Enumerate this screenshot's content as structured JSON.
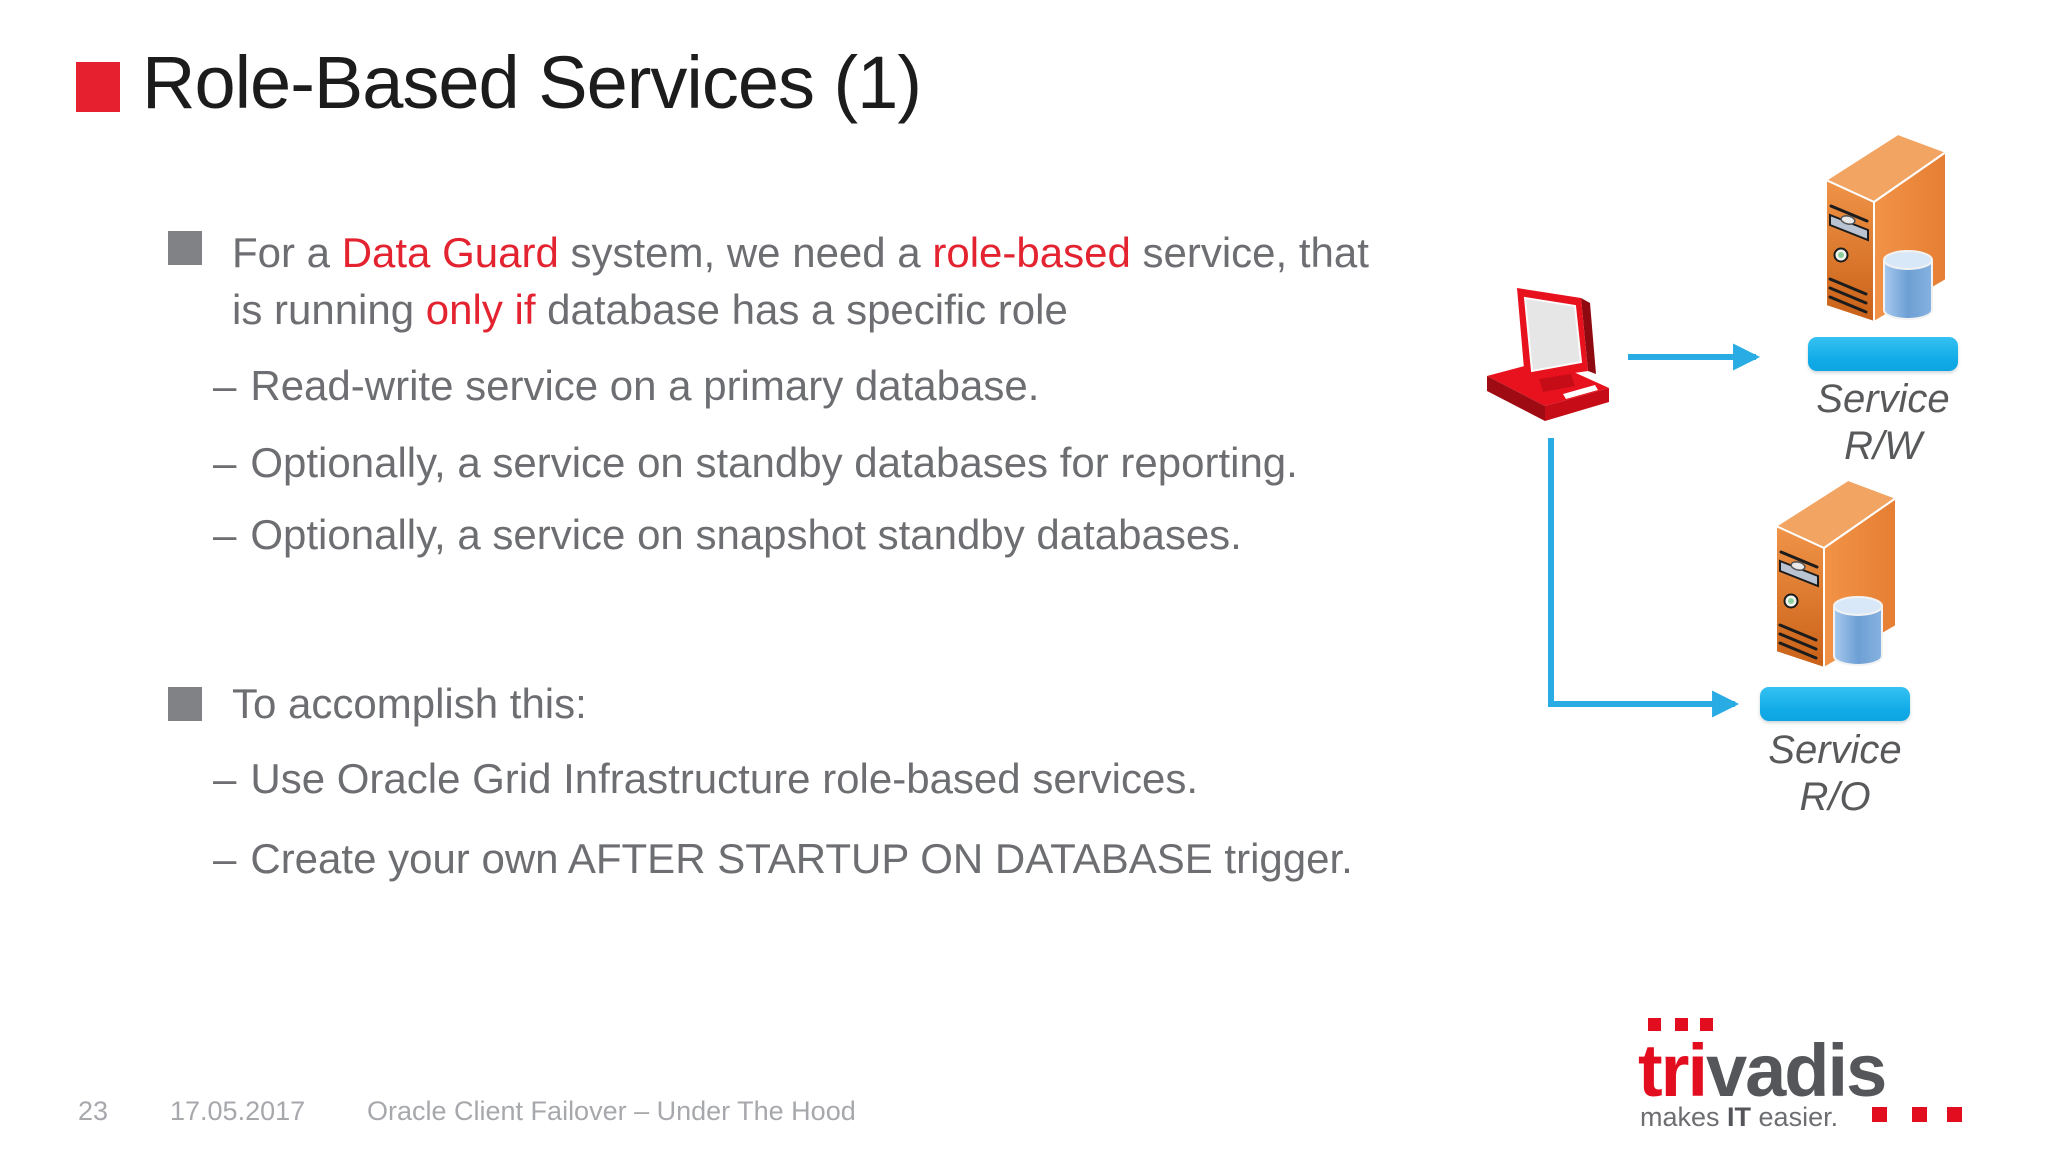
{
  "slide": {
    "title": "Role-Based Services (1)"
  },
  "content": {
    "bullet1_line1": [
      "For a ",
      "Data Guard",
      " system, we need a ",
      "role-based",
      " service, that"
    ],
    "bullet1_line2": [
      "is running ",
      "only if",
      " database has a specific role"
    ],
    "sub_bullets_1": [
      {
        "dash": "–",
        "text": "Read-write service on a primary database."
      },
      {
        "dash": "–",
        "text": "Optionally, a service on standby databases for reporting."
      },
      {
        "dash": "–",
        "text": "Optionally, a service on snapshot standby databases."
      }
    ],
    "bullet2": "To accomplish this:",
    "sub_bullets_2": [
      {
        "dash": "–",
        "text": "Use Oracle Grid Infrastructure role-based services."
      },
      {
        "dash": "–",
        "text": "Create your own AFTER STARTUP ON DATABASE trigger."
      }
    ]
  },
  "diagram": {
    "client": {
      "icon": "desktop-computer-icon"
    },
    "servers": [
      {
        "icon": "database-server-icon",
        "service_label_line1": "Service",
        "service_label_line2": "R/W"
      },
      {
        "icon": "database-server-icon",
        "service_label_line1": "Service",
        "service_label_line2": "R/O"
      }
    ]
  },
  "footer": {
    "page_number": "23",
    "date": "17.05.2017",
    "presentation_title": "Oracle Client Failover – Under The Hood"
  },
  "logo": {
    "brand_part_red": "tri",
    "brand_part_gray": "vadis",
    "tagline_part1": "makes ",
    "tagline_part2": "IT",
    "tagline_part3": " easier."
  },
  "colors": {
    "accent_red": "#e7202f",
    "text_red": "#e32430",
    "body_gray": "#6d6e71",
    "bullet_gray": "#808285",
    "footer_gray": "#a6a8ab",
    "connector_cyan": "#29abe3",
    "service_bar_cyan": "#10aae7",
    "server_orange": "#e98238",
    "database_blue": "#74a9de",
    "client_red": "#e8111e"
  }
}
